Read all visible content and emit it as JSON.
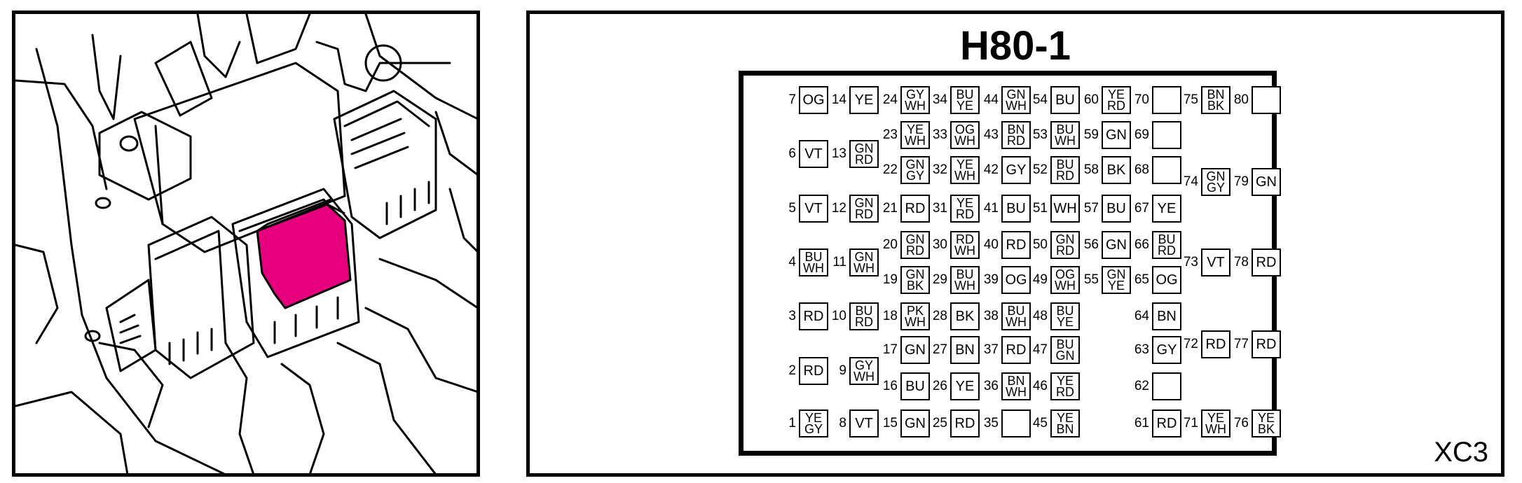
{
  "connector": {
    "title": "H80-1",
    "ref_code": "XC3",
    "highlight_color": "#e6007e"
  },
  "pins": [
    {
      "n": "7",
      "c": "OG"
    },
    {
      "n": "14",
      "c": "YE"
    },
    {
      "n": "24",
      "c": "GY\nWH"
    },
    {
      "n": "34",
      "c": "BU\nYE"
    },
    {
      "n": "44",
      "c": "GN\nWH"
    },
    {
      "n": "54",
      "c": "BU"
    },
    {
      "n": "60",
      "c": "YE\nRD"
    },
    {
      "n": "70",
      "c": ""
    },
    {
      "n": "75",
      "c": "BN\nBK"
    },
    {
      "n": "80",
      "c": ""
    },
    {
      "n": "23",
      "c": "YE\nWH"
    },
    {
      "n": "33",
      "c": "OG\nWH"
    },
    {
      "n": "43",
      "c": "BN\nRD"
    },
    {
      "n": "53",
      "c": "BU\nWH"
    },
    {
      "n": "59",
      "c": "GN"
    },
    {
      "n": "69",
      "c": ""
    },
    {
      "n": "6",
      "c": "VT"
    },
    {
      "n": "13",
      "c": "GN\nRD"
    },
    {
      "n": "22",
      "c": "GN\nGY"
    },
    {
      "n": "32",
      "c": "YE\nWH"
    },
    {
      "n": "42",
      "c": "GY"
    },
    {
      "n": "52",
      "c": "BU\nRD"
    },
    {
      "n": "58",
      "c": "BK"
    },
    {
      "n": "68",
      "c": ""
    },
    {
      "n": "74",
      "c": "GN\nGY"
    },
    {
      "n": "79",
      "c": "GN"
    },
    {
      "n": "5",
      "c": "VT"
    },
    {
      "n": "12",
      "c": "GN\nRD"
    },
    {
      "n": "21",
      "c": "RD"
    },
    {
      "n": "31",
      "c": "YE\nRD"
    },
    {
      "n": "41",
      "c": "BU"
    },
    {
      "n": "51",
      "c": "WH"
    },
    {
      "n": "57",
      "c": "BU"
    },
    {
      "n": "67",
      "c": "YE"
    },
    {
      "n": "20",
      "c": "GN\nRD"
    },
    {
      "n": "30",
      "c": "RD\nWH"
    },
    {
      "n": "40",
      "c": "RD"
    },
    {
      "n": "50",
      "c": "GN\nRD"
    },
    {
      "n": "56",
      "c": "GN"
    },
    {
      "n": "66",
      "c": "BU\nRD"
    },
    {
      "n": "4",
      "c": "BU\nWH"
    },
    {
      "n": "11",
      "c": "GN\nWH"
    },
    {
      "n": "73",
      "c": "VT"
    },
    {
      "n": "78",
      "c": "RD"
    },
    {
      "n": "19",
      "c": "GN\nBK"
    },
    {
      "n": "29",
      "c": "BU\nWH"
    },
    {
      "n": "39",
      "c": "OG"
    },
    {
      "n": "49",
      "c": "OG\nWH"
    },
    {
      "n": "55",
      "c": "GN\nYE"
    },
    {
      "n": "65",
      "c": "OG"
    },
    {
      "n": "3",
      "c": "RD"
    },
    {
      "n": "10",
      "c": "BU\nRD"
    },
    {
      "n": "18",
      "c": "PK\nWH"
    },
    {
      "n": "28",
      "c": "BK"
    },
    {
      "n": "38",
      "c": "BU\nWH"
    },
    {
      "n": "48",
      "c": "BU\nYE"
    },
    {
      "n": "64",
      "c": "BN"
    },
    {
      "n": "17",
      "c": "GN"
    },
    {
      "n": "27",
      "c": "BN"
    },
    {
      "n": "37",
      "c": "RD"
    },
    {
      "n": "47",
      "c": "BU\nGN"
    },
    {
      "n": "63",
      "c": "GY"
    },
    {
      "n": "72",
      "c": "RD"
    },
    {
      "n": "77",
      "c": "RD"
    },
    {
      "n": "2",
      "c": "RD"
    },
    {
      "n": "9",
      "c": "GY\nWH"
    },
    {
      "n": "16",
      "c": "BU"
    },
    {
      "n": "26",
      "c": "YE"
    },
    {
      "n": "36",
      "c": "BN\nWH"
    },
    {
      "n": "46",
      "c": "YE\nRD"
    },
    {
      "n": "62",
      "c": ""
    },
    {
      "n": "1",
      "c": "YE\nGY"
    },
    {
      "n": "8",
      "c": "VT"
    },
    {
      "n": "15",
      "c": "GN"
    },
    {
      "n": "25",
      "c": "RD"
    },
    {
      "n": "35",
      "c": ""
    },
    {
      "n": "45",
      "c": "YE\nBN"
    },
    {
      "n": "61",
      "c": "RD"
    },
    {
      "n": "71",
      "c": "YE\nWH"
    },
    {
      "n": "76",
      "c": "YE\nBK"
    }
  ]
}
